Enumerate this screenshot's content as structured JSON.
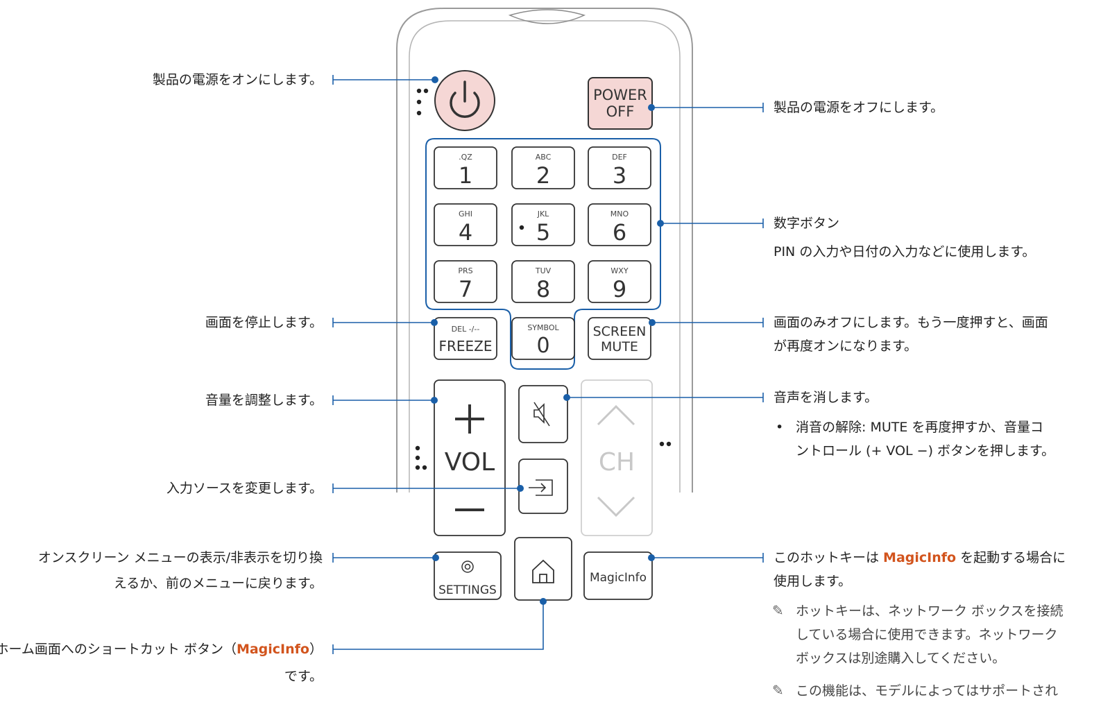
{
  "colors": {
    "accent": "#d2541d",
    "line": "#1a5fa8",
    "power_fill": "#f5d7d5",
    "outline": "#888888"
  },
  "remote": {
    "power_icon": "power-icon",
    "power_off": [
      "POWER",
      "OFF"
    ],
    "keys": [
      {
        "sub": ".QZ",
        "num": "1"
      },
      {
        "sub": "ABC",
        "num": "2"
      },
      {
        "sub": "DEF",
        "num": "3"
      },
      {
        "sub": "GHI",
        "num": "4"
      },
      {
        "sub": "JKL",
        "num": "5"
      },
      {
        "sub": "MNO",
        "num": "6"
      },
      {
        "sub": "PRS",
        "num": "7"
      },
      {
        "sub": "TUV",
        "num": "8"
      },
      {
        "sub": "WXY",
        "num": "9"
      }
    ],
    "freeze": {
      "sub": "DEL -/--",
      "main": "FREEZE"
    },
    "symbol": {
      "sub": "SYMBOL",
      "main": "0"
    },
    "screen_mute": [
      "SCREEN",
      "MUTE"
    ],
    "vol": {
      "plus": "+",
      "label": "VOL",
      "minus": "—"
    },
    "ch": "CH",
    "settings": "SETTINGS",
    "magicinfo": "MagicInfo"
  },
  "labels": {
    "power_on": "製品の電源をオンにします。",
    "freeze": "画面を停止します。",
    "volume": "音量を調整します。",
    "source": "入力ソースを変更します。",
    "settings_1": "オンスクリーン メニューの表示/非表示を切り換",
    "settings_2": "えるか、前のメニューに戻ります。",
    "home_1a": "ホーム画面へのショートカット ボタン（",
    "home_1b": "MagicInfo",
    "home_1c": "）",
    "home_2": "です。",
    "power_off": "製品の電源をオフにします。",
    "numbers_title": "数字ボタン",
    "numbers_desc": "PIN の入力や日付の入力などに使用します。",
    "screen_off_1": "画面のみオフにします。もう一度押すと、画面",
    "screen_off_2": "が再度オンになります。",
    "mute_title": "音声を消します。",
    "mute_bullet_1": "消音の解除: MUTE を再度押すか、音量コ",
    "mute_bullet_2": "ントロール (+ VOL −) ボタンを押します。",
    "hotkey_1a": "このホットキーは ",
    "hotkey_1b": "MagicInfo",
    "hotkey_1c": " を起動する場合に",
    "hotkey_2": "使用します。",
    "note1_1": "ホットキーは、ネットワーク ボックスを接続",
    "note1_2": "している場合に使用できます。ネットワーク",
    "note1_3": "ボックスは別途購入してください。",
    "note2_1": "この機能は、モデルによってはサポートされ"
  }
}
